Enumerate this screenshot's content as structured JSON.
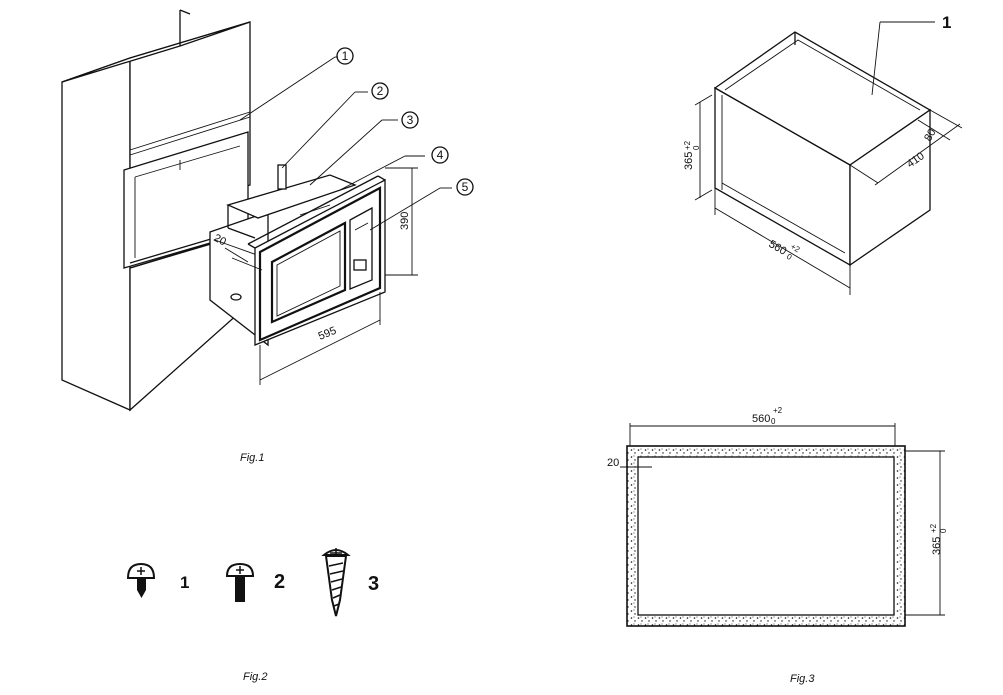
{
  "figures": {
    "fig1": {
      "caption": "Fig.1",
      "callouts": [
        "1",
        "2",
        "3",
        "4",
        "5"
      ],
      "dims": {
        "width": "595",
        "height": "390",
        "offset": "20"
      }
    },
    "fig2": {
      "caption": "Fig.2",
      "screws": [
        "1",
        "2",
        "3"
      ]
    },
    "fig3": {
      "caption": "Fig.3",
      "top_label": "1",
      "box_dims": {
        "height": "365",
        "height_tol": "+2",
        "width": "560",
        "width_tol": "+2",
        "depth": "410",
        "depth2": "80"
      },
      "cutout_dims": {
        "width": "560",
        "width_tol": "+2",
        "height": "365",
        "height_tol": "+2",
        "frame": "20"
      },
      "zero": "0"
    }
  }
}
